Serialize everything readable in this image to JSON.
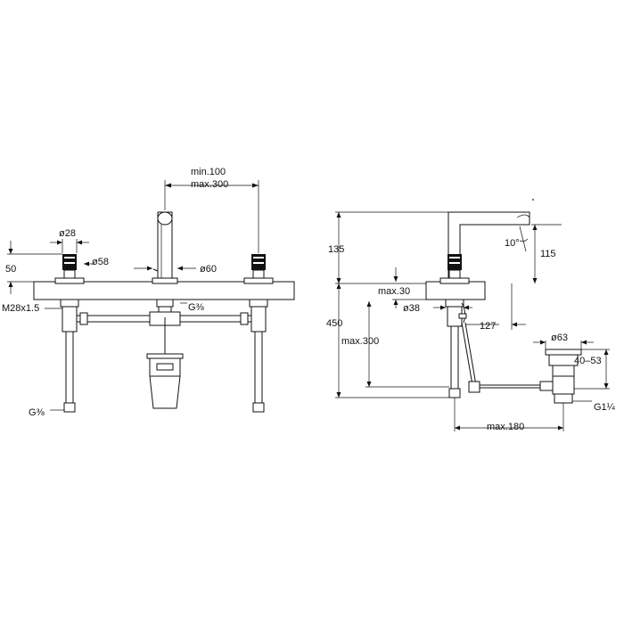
{
  "colors": {
    "line": "#111111",
    "background": "#ffffff",
    "hatch": "#bbbbbb"
  },
  "front_view": {
    "min_spacing": "min.100",
    "max_spacing": "max.300",
    "handle_diameter": "ø28",
    "rosette_diameter": "ø58",
    "handle_height": "50",
    "spout_diameter": "ø60",
    "thread": "M28x1.5",
    "hose_connection": "G⅜",
    "inlet_connection": "G⅜"
  },
  "side_view": {
    "spout_height": "135",
    "spout_angle": "10°",
    "spout_outlet_height": "115",
    "deck_thickness": "max.30",
    "hole_diameter": "ø38",
    "spout_reach": "127",
    "below_deck_height": "450",
    "hose_length": "max.300",
    "waste_diameter": "ø63",
    "waste_adjustment": "40–53",
    "waste_thread": "G1¼",
    "rod_length": "max.180"
  }
}
